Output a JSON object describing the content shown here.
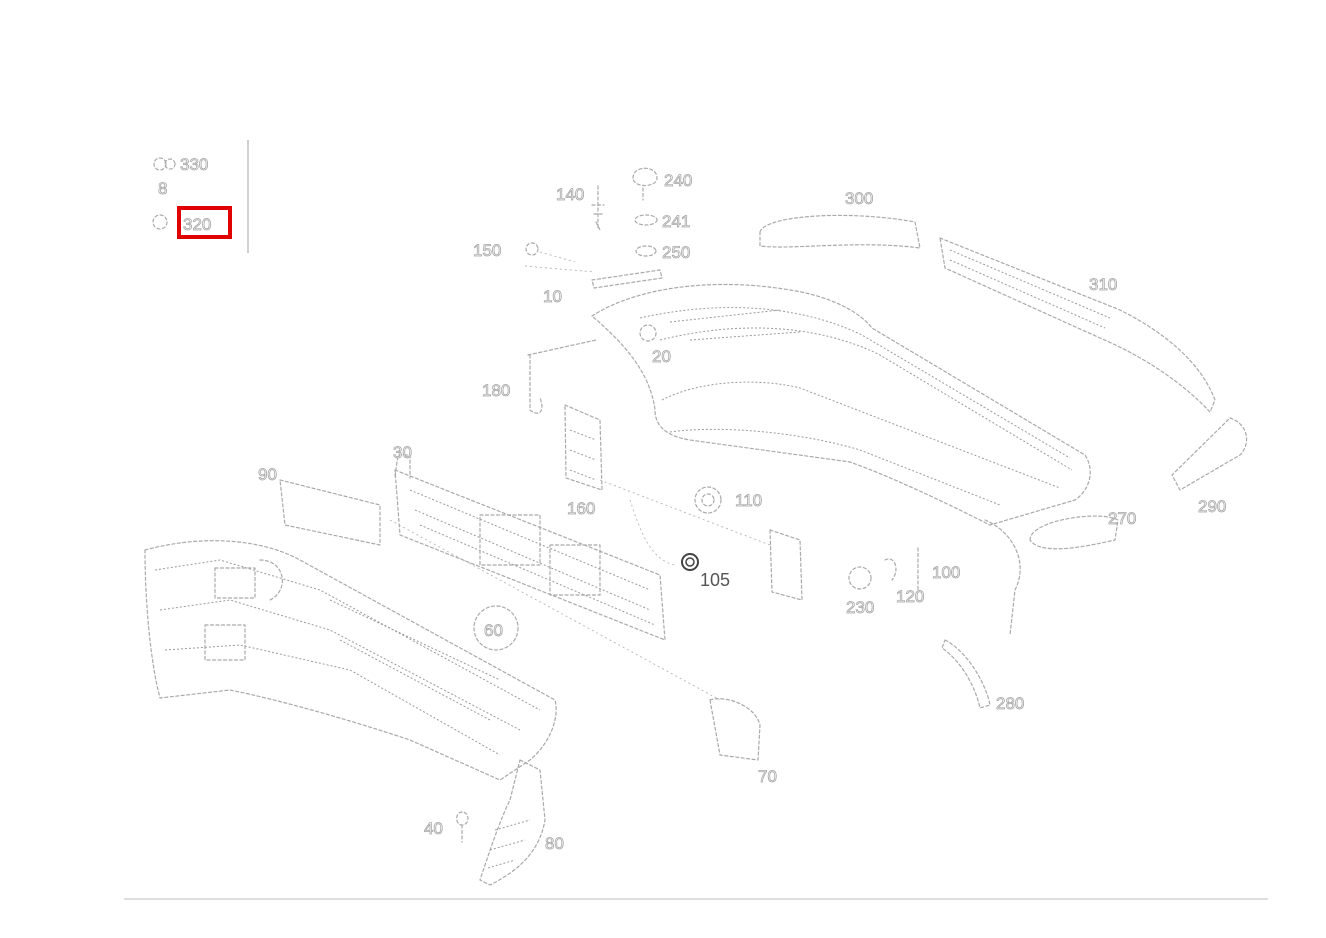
{
  "legend": {
    "row1": "330",
    "row2": "8",
    "row3": "320"
  },
  "callouts": {
    "c140": "140",
    "c240": "240",
    "c241": "241",
    "c250": "250",
    "c150": "150",
    "c10": "10",
    "c20": "20",
    "c300": "300",
    "c310": "310",
    "c180": "180",
    "c30": "30",
    "c90": "90",
    "c160": "160",
    "c110": "110",
    "c105": "105",
    "c100": "100",
    "c270": "270",
    "c120": "120",
    "c290": "290",
    "c280": "280",
    "c230": "230",
    "c60": "60",
    "c70": "70",
    "c40": "40",
    "c80": "80"
  },
  "highlight_color": "#e00000"
}
